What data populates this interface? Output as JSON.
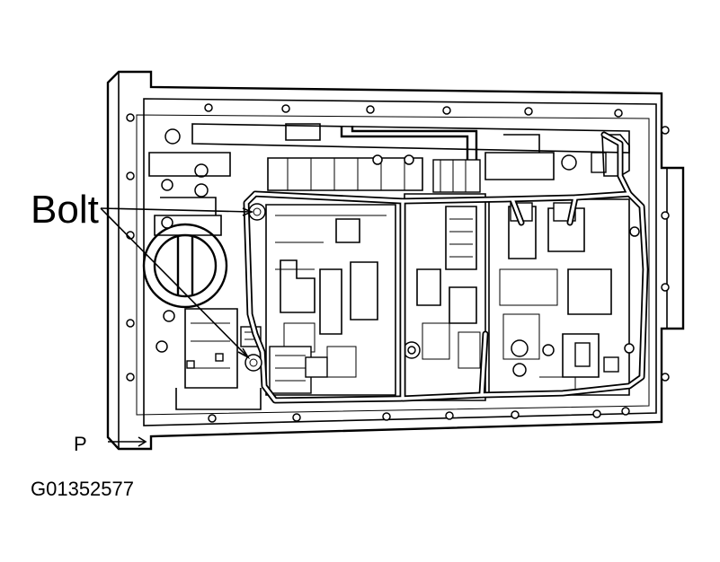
{
  "labels": {
    "bolt": "Bolt",
    "view": "P",
    "figure_code": "G01352577"
  },
  "colors": {
    "ink": "#000000",
    "paper": "#ffffff"
  }
}
